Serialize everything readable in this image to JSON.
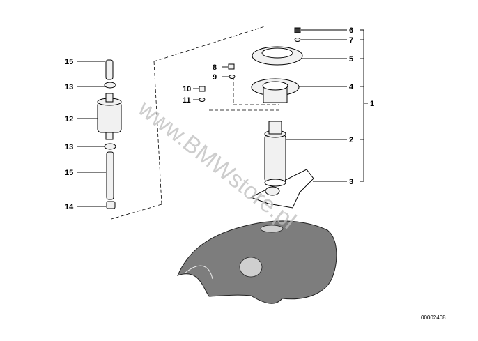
{
  "diagram": {
    "watermark": "www.BMWstore.pl",
    "document_number": "00002408",
    "callouts": {
      "c1": "1",
      "c2": "2",
      "c3": "3",
      "c4": "4",
      "c5": "5",
      "c6": "6",
      "c7": "7",
      "c8": "8",
      "c9": "9",
      "c10": "10",
      "c11": "11",
      "c12": "12",
      "c13a": "13",
      "c13b": "13",
      "c14": "14",
      "c15a": "15",
      "c15b": "15"
    }
  }
}
